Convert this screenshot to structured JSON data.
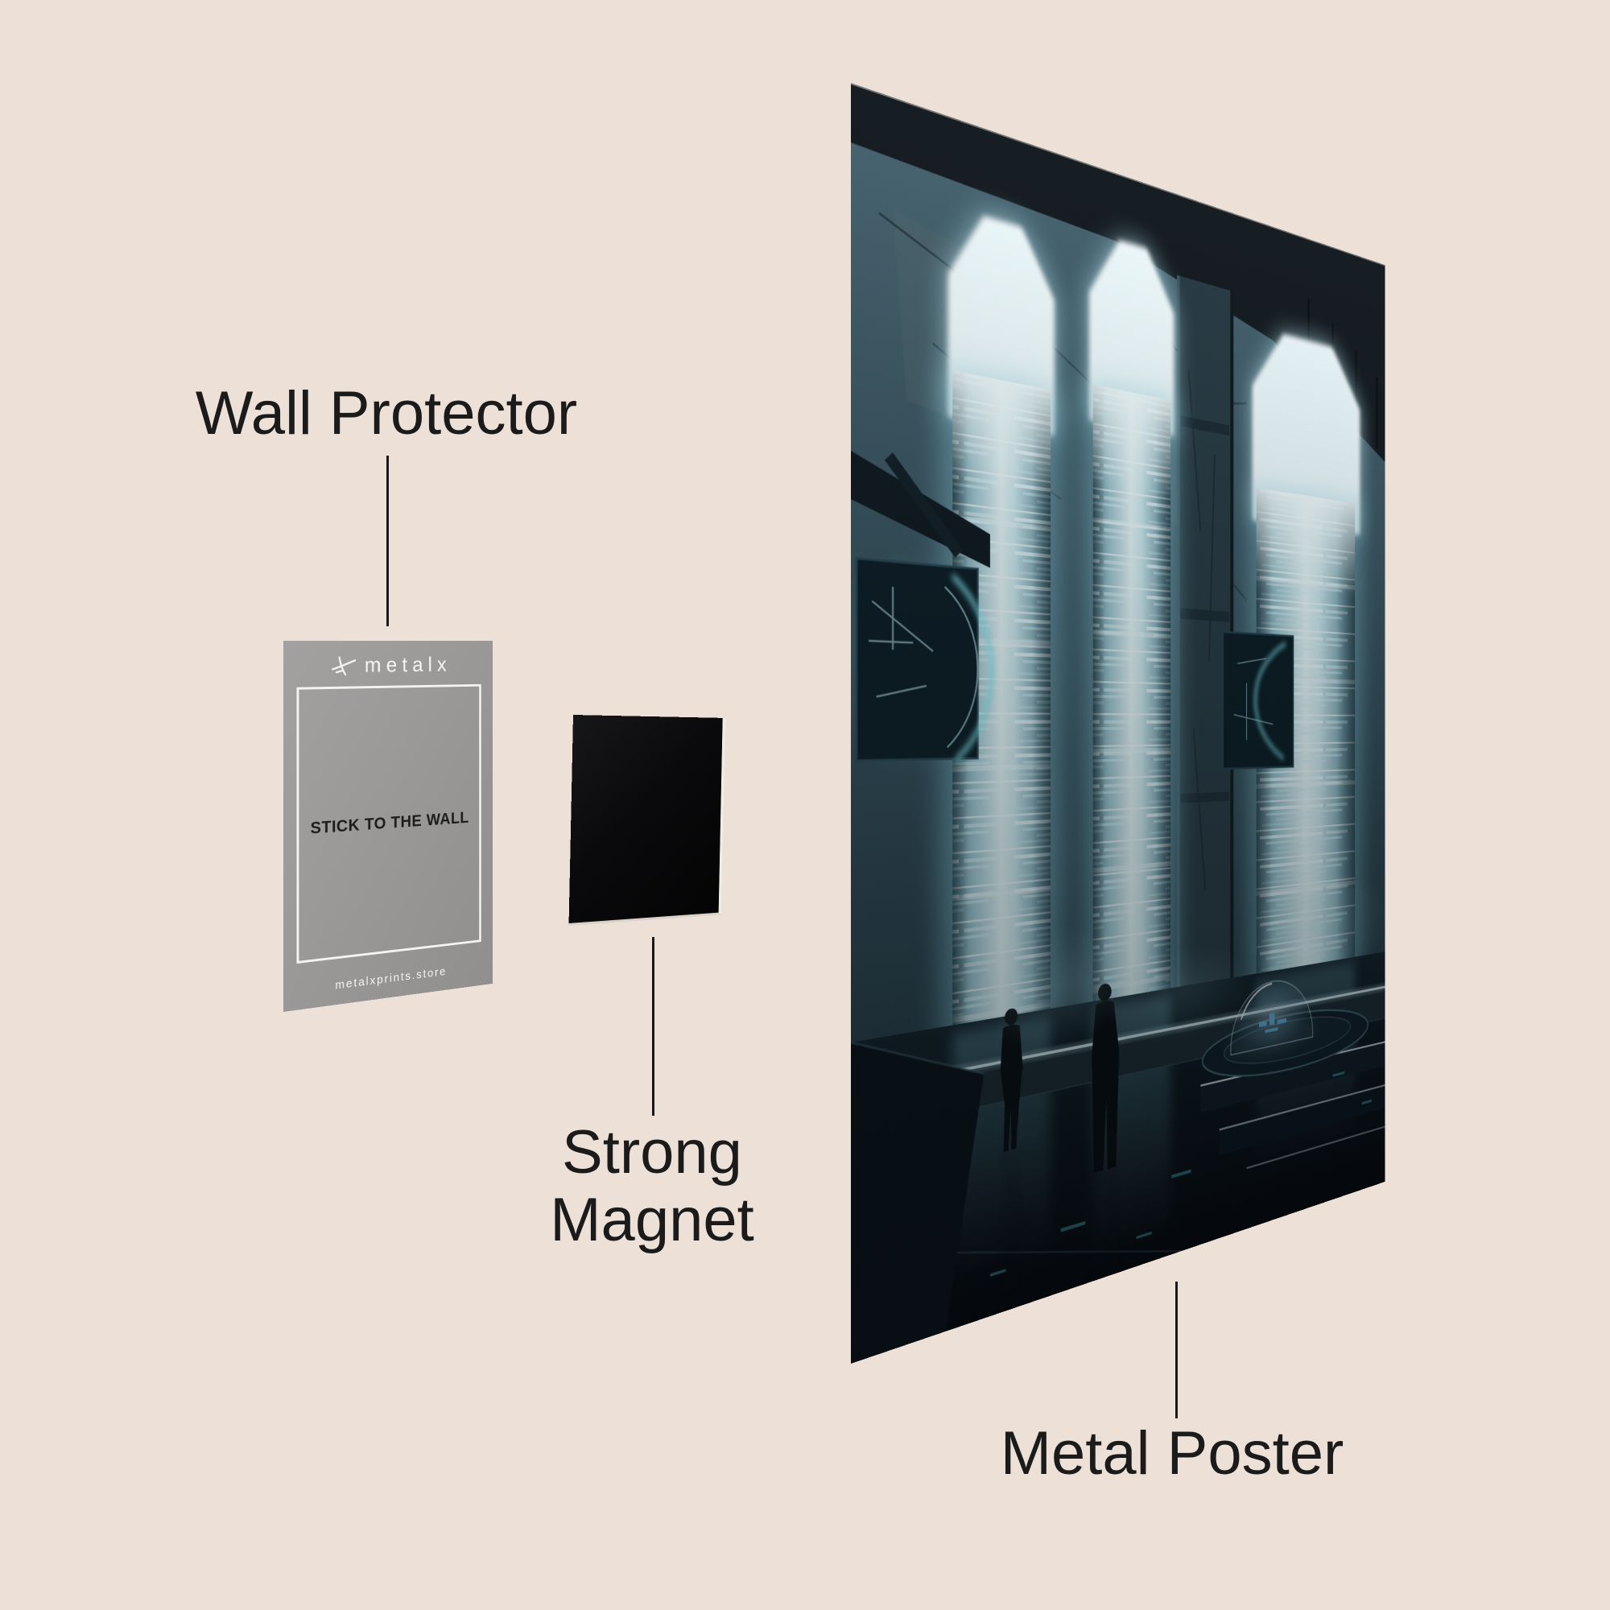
{
  "page": {
    "background_color": "#ECE0D7",
    "text_color": "#1B1B1B"
  },
  "annotations": {
    "wall_protector": {
      "label": "Wall Protector"
    },
    "strong_magnet": {
      "line1": "Strong",
      "line2": "Magnet"
    },
    "metal_poster": {
      "label": "Metal Poster"
    }
  },
  "wall_protector_card": {
    "brand": "metalx",
    "logo_icon": "metalx-brand-icon",
    "center_text": "STICK TO THE WALL",
    "footer_text": "metalxprints.store",
    "card_color": "#9A9998"
  },
  "magnet": {
    "face_color": "#0A0A0C",
    "edge_color": "#EFEBE5"
  },
  "poster": {
    "artwork": "futuristic-hall-with-glowing-data-columns",
    "glow_color": "#D9F4F9",
    "accent_color": "#7FE6F2",
    "wall_color": "#3A545F",
    "floor_color": "#0C161D"
  }
}
